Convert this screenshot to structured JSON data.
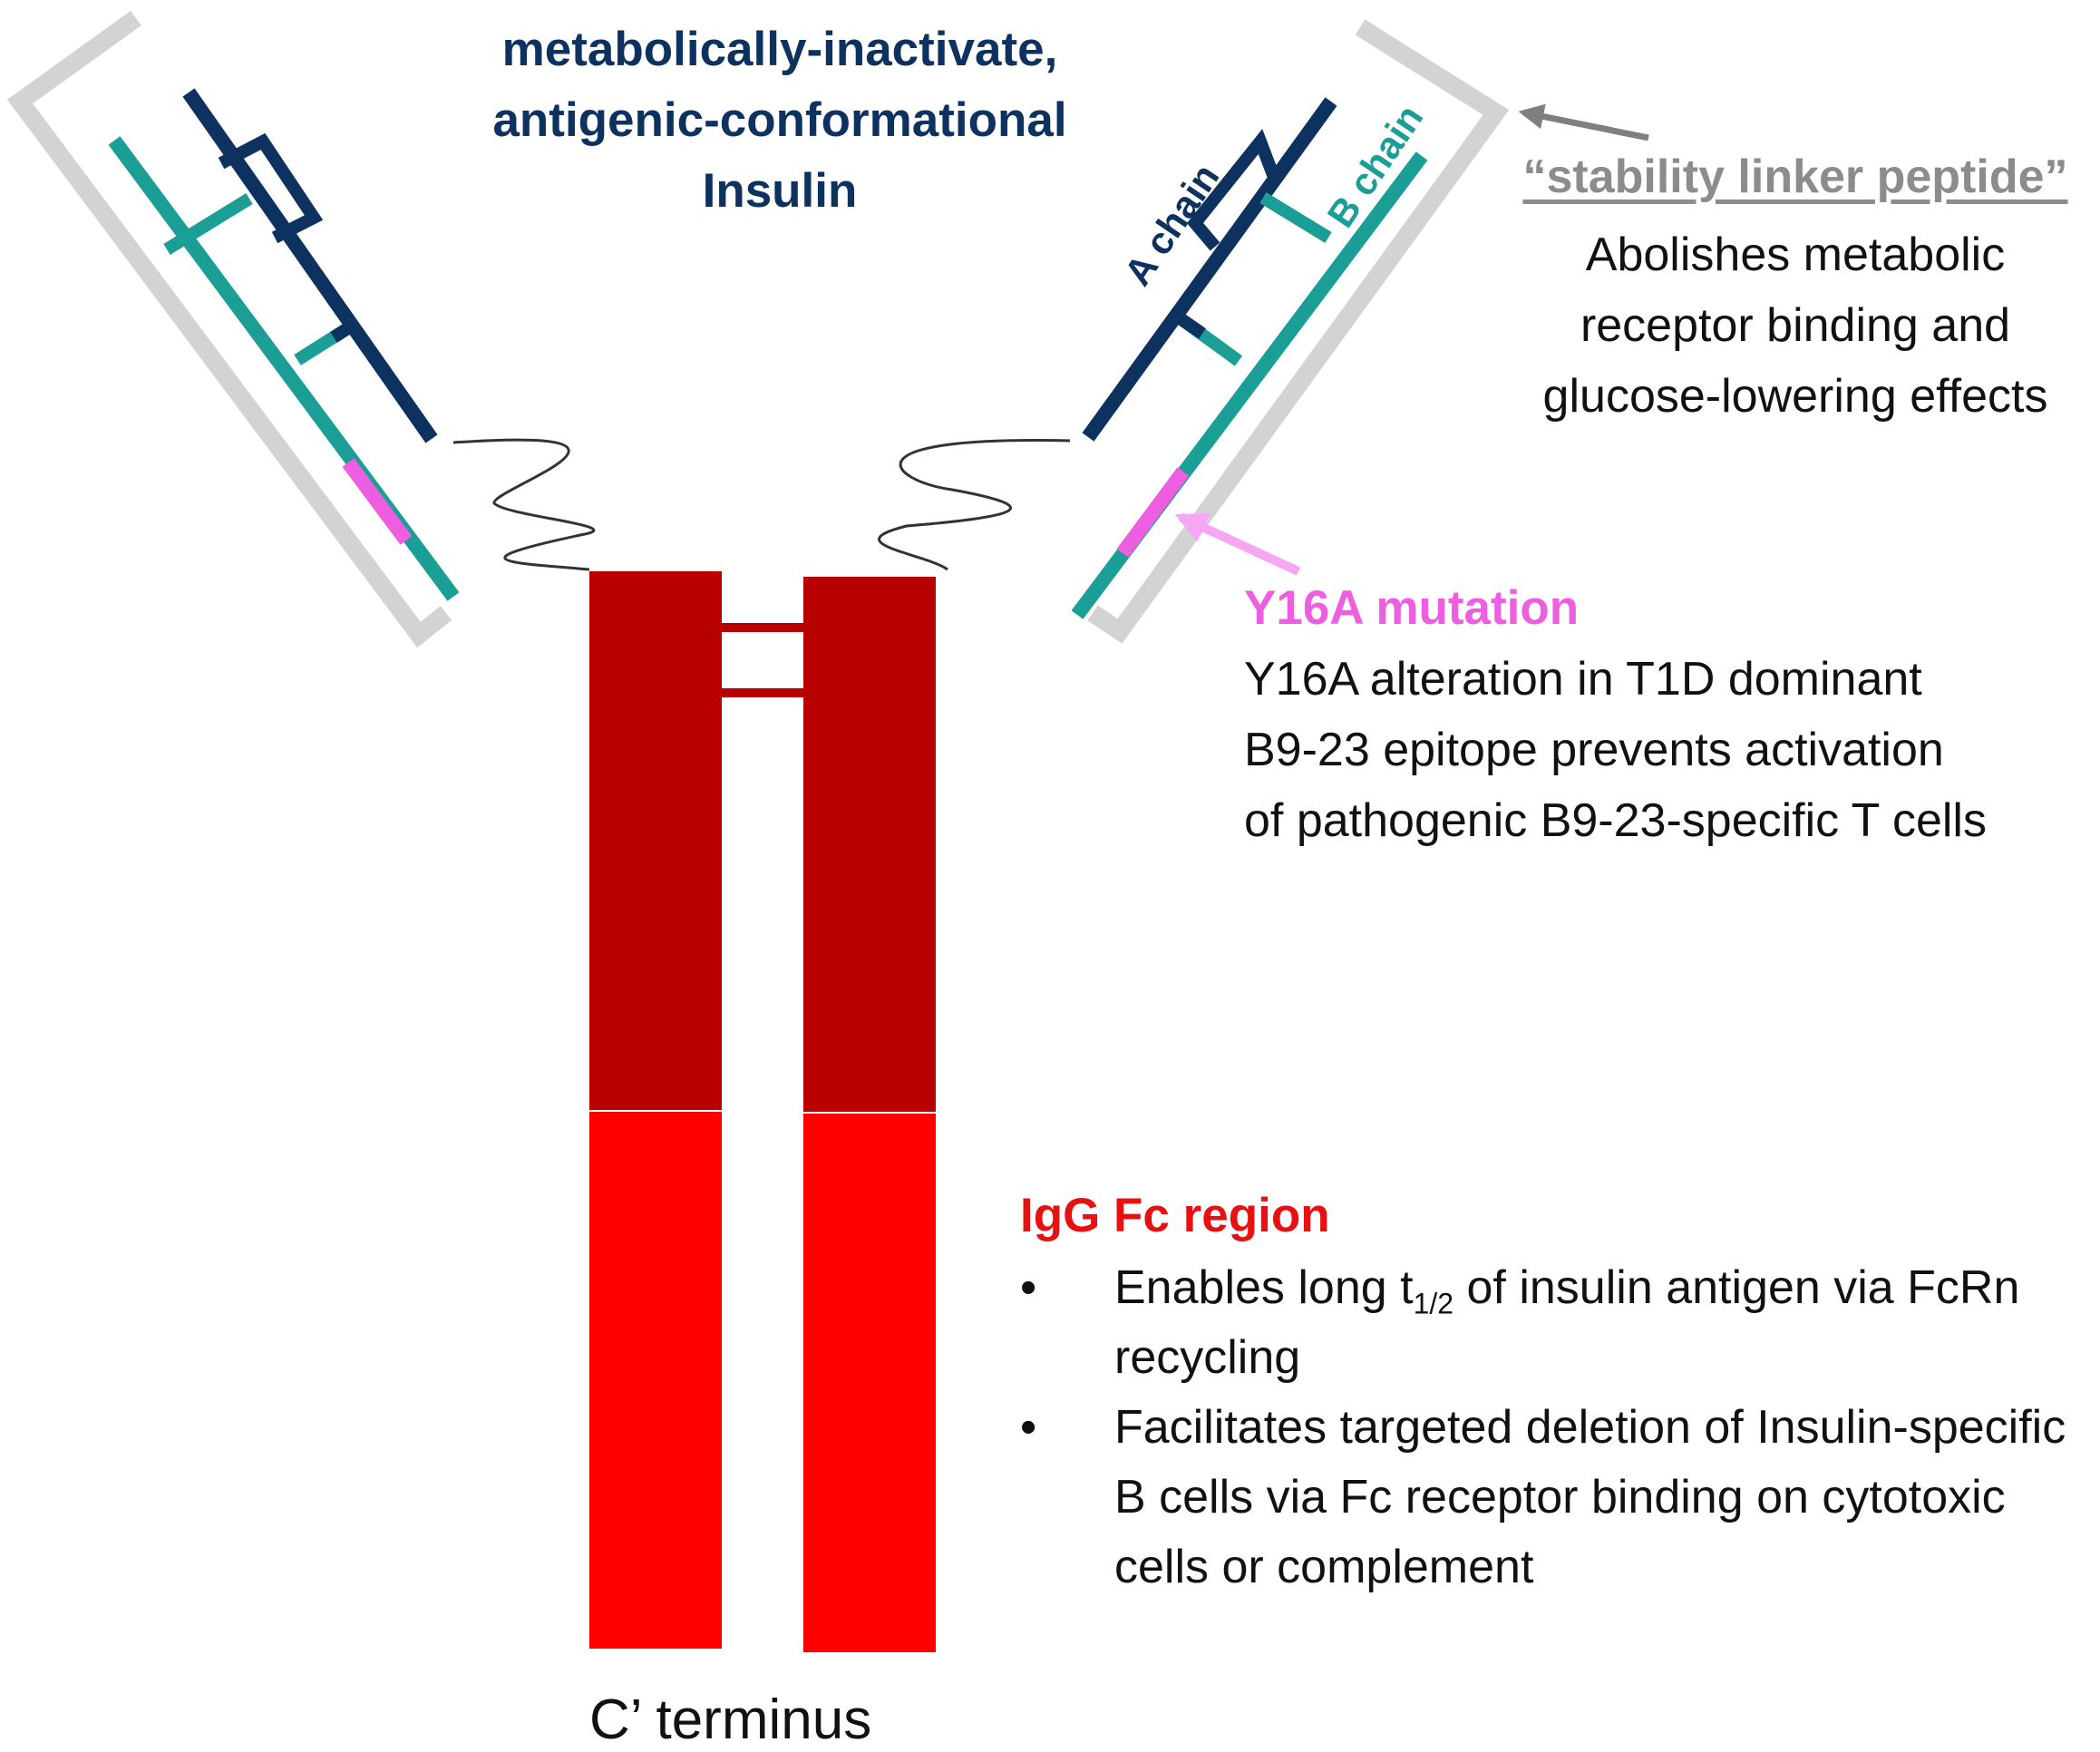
{
  "title_lines": [
    "metabolically-inactivate,",
    "antigenic-conformational",
    "Insulin"
  ],
  "chain_labels": {
    "a_chain": "A chain",
    "b_chain": "B chain"
  },
  "linker": {
    "title": "“stability linker peptide”",
    "desc_lines": [
      "Abolishes metabolic",
      "receptor binding and",
      "glucose-lowering effects"
    ]
  },
  "y16a": {
    "title": "Y16A mutation",
    "desc_lines": [
      "Y16A alteration in T1D dominant",
      "B9-23 epitope prevents activation",
      "of pathogenic B9-23-specific T cells"
    ]
  },
  "fc": {
    "title": "IgG Fc region",
    "bullet_symbol": "•",
    "item1_pre": "Enables long t",
    "item1_sub": "1/2",
    "item1_post": " of insulin antigen via FcRn recycling",
    "item2": "Facilitates targeted deletion of Insulin-specific B cells via Fc receptor binding on cytotoxic cells or complement"
  },
  "c_terminus": "C’ terminus",
  "colors": {
    "a_chain": "#0d3260",
    "b_chain": "#1a9e96",
    "mutation": "#ee5ee0",
    "linker_box": "#d3d3d3",
    "fab_red": "#b80000",
    "fc_red": "#ff0000",
    "arrow_gray": "#7f7f7f",
    "arrow_pink": "#f6a6f3"
  }
}
